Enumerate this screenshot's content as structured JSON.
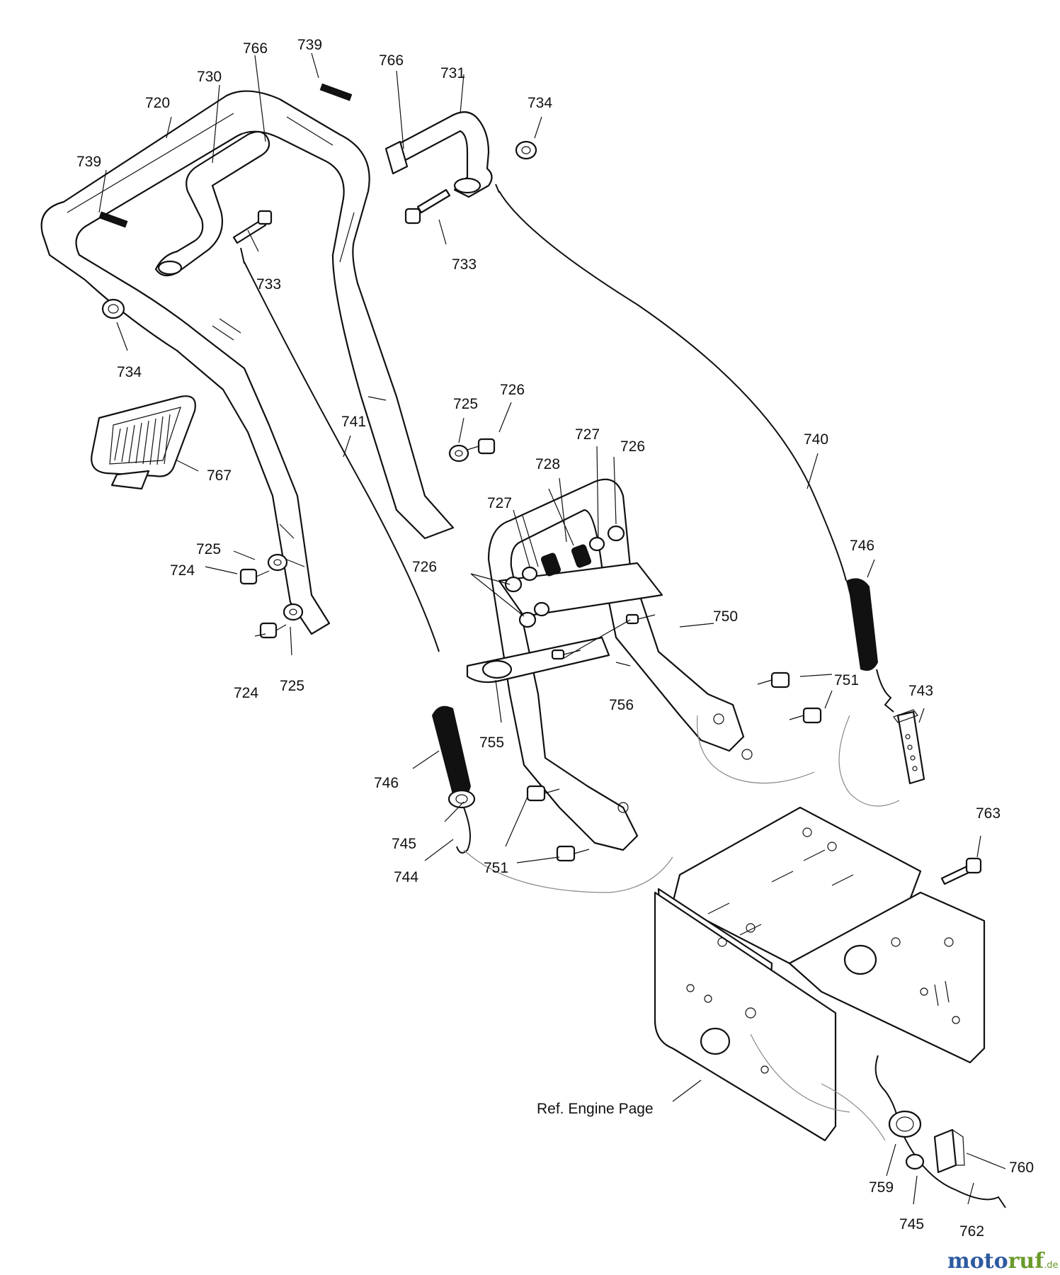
{
  "diagram": {
    "labels": {
      "l720": "720",
      "l730": "730",
      "l766a": "766",
      "l739a": "739",
      "l766b": "766",
      "l731": "731",
      "l734a": "734",
      "l739b": "739",
      "l733a": "733",
      "l733b": "733",
      "l734b": "734",
      "l741": "741",
      "l725a": "725",
      "l726a": "726",
      "l727a": "727",
      "l726b": "726",
      "l728": "728",
      "l727b": "727",
      "l740": "740",
      "l767": "767",
      "l726c": "726",
      "l746a": "746",
      "l750": "750",
      "l725b": "725",
      "l724a": "724",
      "l751a": "751",
      "l743": "743",
      "l756": "756",
      "l724b": "724",
      "l725c": "725",
      "l755": "755",
      "l746b": "746",
      "l763": "763",
      "l745a": "745",
      "l744": "744",
      "l751b": "751",
      "l760": "760",
      "l759": "759",
      "l745b": "745",
      "l762": "762"
    },
    "reference_note": "Ref. Engine Page",
    "watermark": {
      "part1": "moto",
      "part2": "ruf",
      "suffix": ".de"
    }
  }
}
